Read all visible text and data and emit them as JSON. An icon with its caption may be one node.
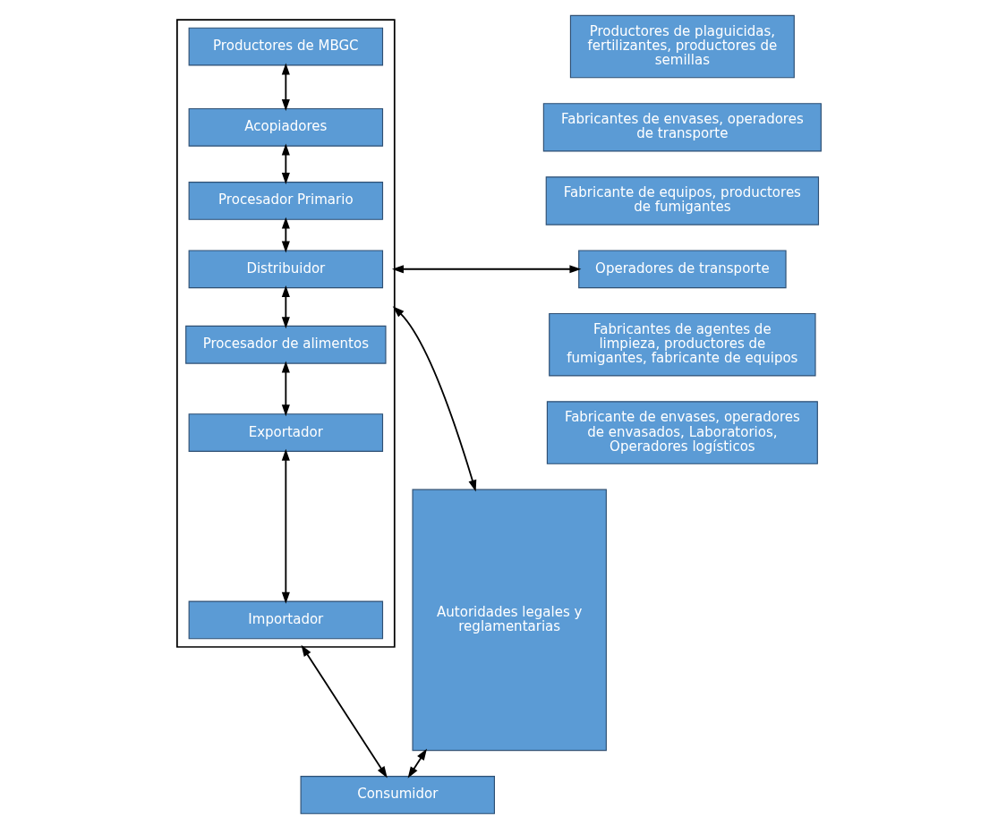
{
  "diagram": {
    "nodes": [
      {
        "text": [
          "Autoridades legales y reglamentarias"
        ]
      },
      {
        "text": [],
        "shape": "box"
      },
      {
        "text": [
          "Productores de MBGC"
        ],
        "in": 1
      },
      {
        "text": [
          "Acopiadores"
        ],
        "in": 1
      },
      {
        "text": [
          "Procesador Primario"
        ],
        "in": 1
      },
      {
        "text": [
          "Distribuidor"
        ],
        "in": 1
      },
      {
        "text": [
          "Procesador de alimentos"
        ],
        "in": 1
      },
      {
        "text": [
          "Exportador"
        ],
        "in": 1
      },
      {
        "text": [
          "Importador"
        ],
        "in": 1
      },
      {
        "text": [
          "Productores de plaguicidas, fertilizantes, productores de semillas"
        ]
      },
      {
        "text": [
          "Fabricantes de envases, operadores de transporte"
        ]
      },
      {
        "text": [
          "Fabricante de equipos, productores de fumigantes"
        ]
      },
      {
        "text": [
          "Operadores de transporte"
        ]
      },
      {
        "text": [
          "Fabricantes de agentes de limpieza, productores de fumigantes, fabricante de equipos"
        ]
      },
      {
        "text": [
          "Fabricante de envases, operadores de envasados, Laboratorios, Operadores logísticos"
        ]
      },
      {
        "text": [
          "Consumidor"
        ]
      }
    ],
    "edges": [
      {
        "from": 2,
        "to": 3,
        "arrow": "both"
      },
      {
        "from": 3,
        "to": 4,
        "arrow": "both"
      },
      {
        "from": 4,
        "to": 5,
        "arrow": "both"
      },
      {
        "from": 5,
        "to": 6,
        "arrow": "both"
      },
      {
        "from": 6,
        "to": 7,
        "arrow": "both"
      },
      {
        "from": 7,
        "to": 8,
        "arrow": "both"
      },
      {
        "from": 0,
        "to": 1,
        "arrow": "both"
      },
      {
        "from": 1,
        "to": 12,
        "arrow": "both"
      },
      {
        "from": 0,
        "to": 15,
        "arrow": "both"
      },
      {
        "from": 1,
        "to": 15,
        "arrow": "both"
      }
    ]
  }
}
